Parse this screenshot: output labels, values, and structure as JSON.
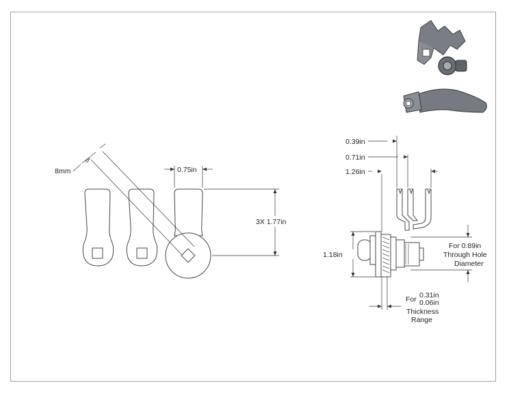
{
  "drawing": {
    "front_view": {
      "slot_label": "8mm",
      "width_label": "0.75in",
      "length_label": "3X 1.77in"
    },
    "side_view": {
      "dim_a": "0.39in",
      "dim_b": "0.71in",
      "dim_c": "1.26in",
      "height_label": "1.18in",
      "hole_note": [
        "For 0.89in",
        "Through Hole",
        "Diameter"
      ],
      "thickness_for": "For",
      "thickness_max": "0.31in",
      "thickness_min": "0.06in",
      "thickness_note": [
        "Thickness",
        "Range"
      ]
    }
  }
}
